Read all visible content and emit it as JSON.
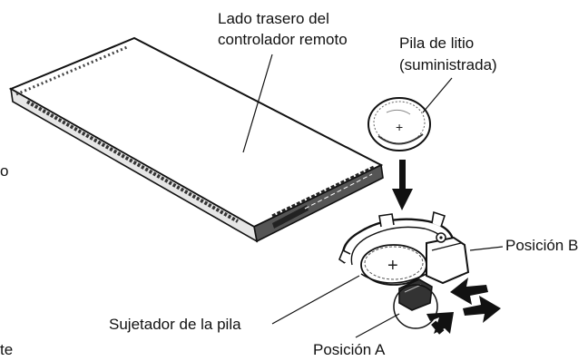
{
  "labels": {
    "back_side_line1": "Lado trasero del",
    "back_side_line2": "controlador remoto",
    "battery_line1": "Pila de litio",
    "battery_line2": "(suministrada)",
    "position_b": "Posición B",
    "holder": "Sujetador de la pila",
    "position_a": "Posición A",
    "edge_fragment_1": "o",
    "edge_fragment_2": "te"
  },
  "battery_marking": "+",
  "colors": {
    "ink": "#111111",
    "paper": "#ffffff"
  }
}
